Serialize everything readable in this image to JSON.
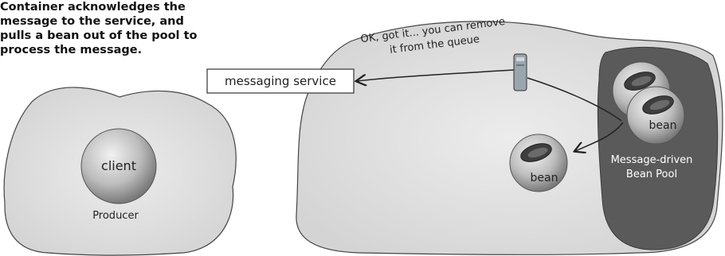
{
  "caption": {
    "lines": [
      "Container acknowledges the",
      "message to the service, and",
      "pulls a bean out of the pool to",
      "process the message."
    ]
  },
  "producer": {
    "client_label": "client",
    "producer_label": "Producer"
  },
  "server": {
    "speech_lines": [
      "OK, got it... you can remove",
      "it from the queue"
    ],
    "messaging_service_label": "messaging service",
    "bean_label": "bean",
    "pool": {
      "bean_label": "bean",
      "label_lines": [
        "Message-driven",
        "Bean Pool"
      ]
    }
  }
}
